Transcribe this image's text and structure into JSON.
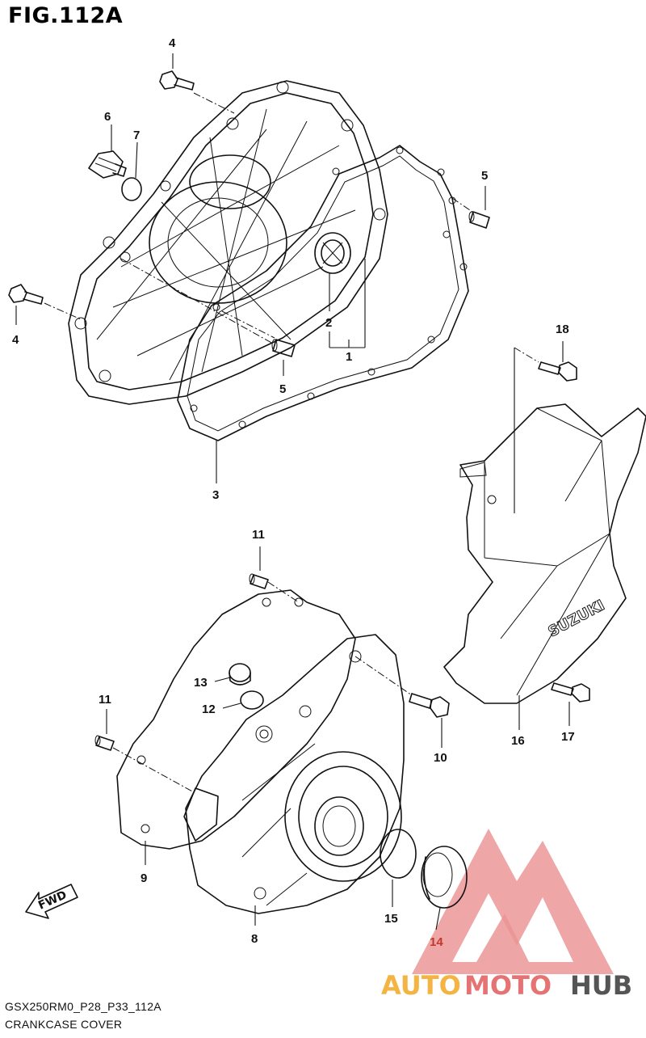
{
  "figure": {
    "title": "FIG.112A"
  },
  "footer": {
    "code": "GSX250RM0_P28_P33_112A",
    "caption": "CRANKCASE COVER"
  },
  "fwd_label": "FWD",
  "cover_brand_text": "SUZUKI",
  "watermark": {
    "auto": "AUTO",
    "moto": "MOTO",
    "hub": "HUB",
    "orange": "#f4b443",
    "red": "#e57373",
    "dark": "#444444"
  },
  "callouts": {
    "c1": "1",
    "c2": "2",
    "c3": "3",
    "c4a": "4",
    "c4b": "4",
    "c5a": "5",
    "c5b": "5",
    "c6": "6",
    "c7": "7",
    "c8": "8",
    "c9": "9",
    "c10": "10",
    "c11a": "11",
    "c11b": "11",
    "c12": "12",
    "c13": "13",
    "c14": "14",
    "c15": "15",
    "c16": "16",
    "c17": "17",
    "c18": "18"
  }
}
